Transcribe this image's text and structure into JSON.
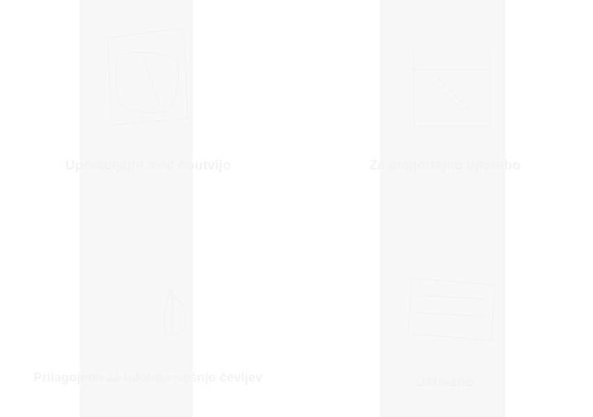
{
  "tiles": [
    {
      "id": "tile-1",
      "label": "Uporabljajte med obutvijo",
      "icon": "shoe-sole-icon"
    },
    {
      "id": "tile-2",
      "label": "Za dolgotrajno uporabo",
      "icon": "box-icon"
    },
    {
      "id": "tile-3",
      "label": "Prilagojeno za udobno nošnjo čevljev",
      "icon": "foot-icon"
    },
    {
      "id": "tile-4",
      "label": "Ustrezno",
      "icon": "tag-icon"
    }
  ]
}
